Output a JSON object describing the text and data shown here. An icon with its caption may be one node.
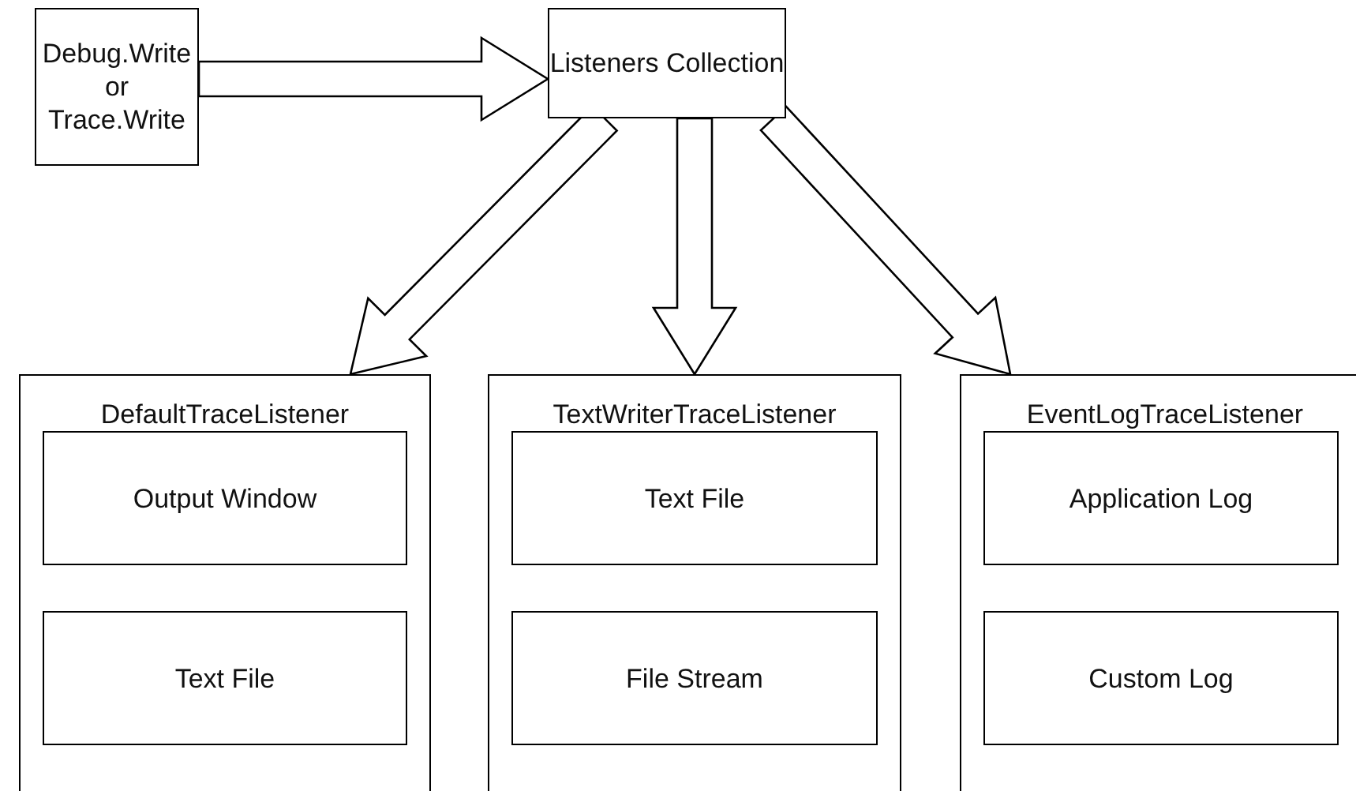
{
  "diagram": {
    "nodes": [
      {
        "text": [
          "Debug.Write or Trace.Write"
        ]
      },
      {
        "text": [
          "Listeners Collection"
        ]
      },
      {
        "text": [
          "DefaultTraceListener"
        ]
      },
      {
        "text": [
          "Output Window"
        ],
        "in": 2
      },
      {
        "text": [
          "Text File"
        ],
        "in": 2
      },
      {
        "text": [
          "TextWriterTraceListener"
        ]
      },
      {
        "text": [
          "Text File"
        ],
        "in": 5
      },
      {
        "text": [
          "File Stream"
        ],
        "in": 5
      },
      {
        "text": [
          "EventLogTraceListener"
        ]
      },
      {
        "text": [
          "Application Log"
        ],
        "in": 8
      },
      {
        "text": [
          "Custom Log"
        ],
        "in": 8
      }
    ],
    "edges": [
      {
        "from": 0,
        "to": 1,
        "arrow": "to"
      },
      {
        "from": 1,
        "to": 2,
        "arrow": "to"
      },
      {
        "from": 1,
        "to": 5,
        "arrow": "to"
      },
      {
        "from": 1,
        "to": 8,
        "arrow": "to"
      }
    ]
  }
}
